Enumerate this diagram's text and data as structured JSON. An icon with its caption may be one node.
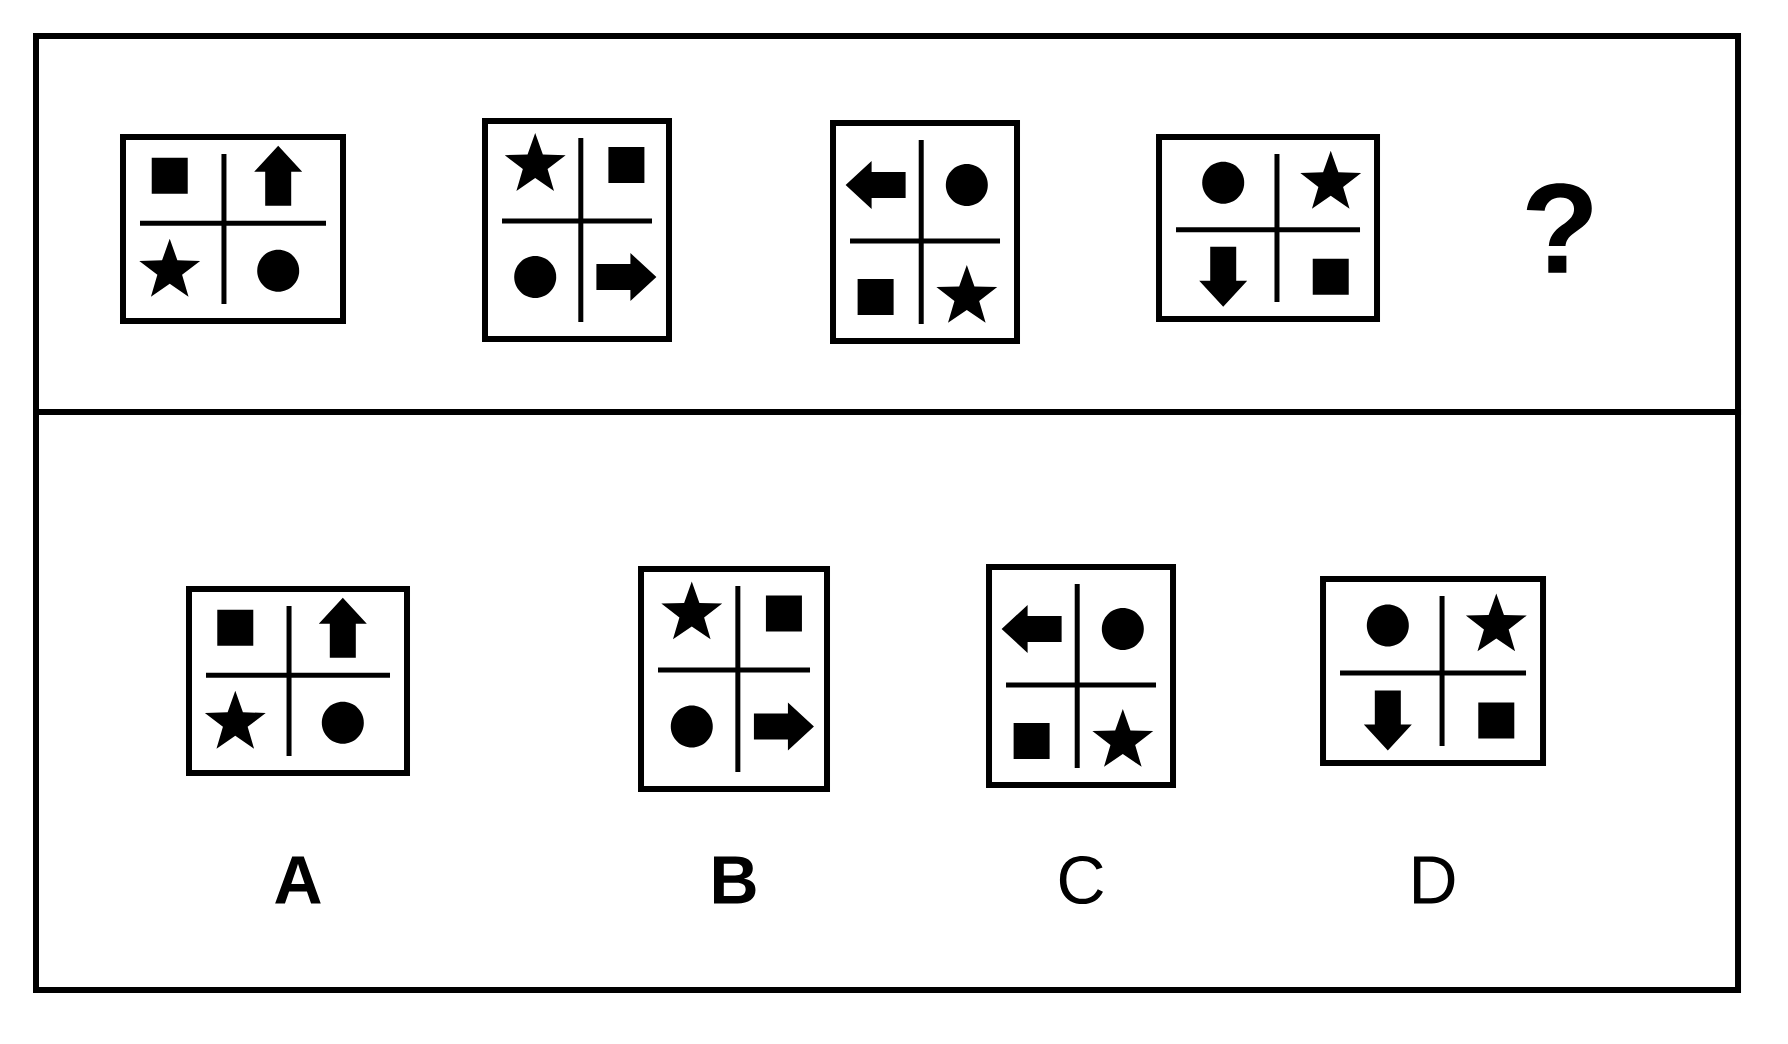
{
  "diagram": {
    "nodes": [
      {
        "text": [],
        "shape": "picture"
      },
      {
        "text": [],
        "shape": "picture"
      },
      {
        "text": [],
        "shape": "picture"
      },
      {
        "text": [],
        "shape": "picture"
      },
      {
        "text": [],
        "shape": "picture",
        "beside": [
          "A"
        ]
      },
      {
        "text": [],
        "shape": "picture",
        "beside": [
          "B"
        ]
      },
      {
        "text": [],
        "shape": "picture",
        "beside": [
          "C"
        ]
      },
      {
        "text": [],
        "shape": "picture",
        "beside": [
          "D"
        ]
      }
    ],
    "labels": [
      "?"
    ]
  }
}
